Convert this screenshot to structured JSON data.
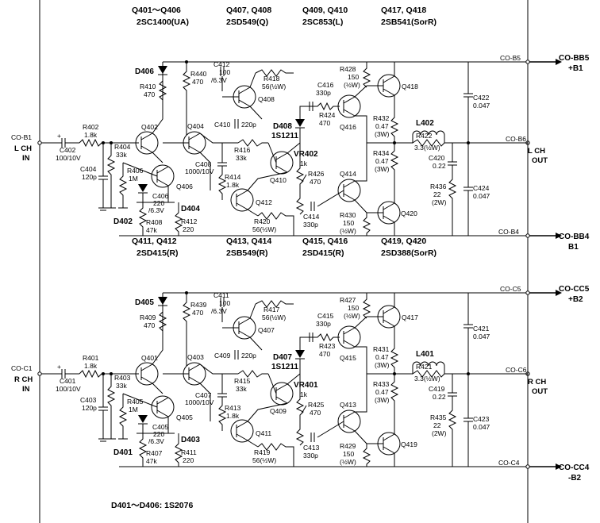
{
  "top": {
    "groups": [
      {
        "title": "Q401～Q406",
        "part": "2SC1400(UA)"
      },
      {
        "title": "Q407, Q408",
        "part": "2SD549(Q)"
      },
      {
        "title": "Q409, Q410",
        "part": "2SC853(L)"
      },
      {
        "title": "Q417, Q418",
        "part": "2SB541(SorR)"
      }
    ],
    "input_label": "CO-B1",
    "channel_a": "L  CH",
    "channel_b": "IN",
    "out_label": "CO-B6",
    "out_a": "L  CH",
    "out_b": "OUT",
    "rail_pos": "CO-B5",
    "rail_pos_dest_a": "CO-BB5",
    "rail_pos_dest_b": "+B1",
    "rail_neg": "CO-B4",
    "rail_neg_dest_a": "CO-BB4",
    "rail_neg_dest_b": "B1",
    "parts": {
      "c402": "C402",
      "c402v": "100/10V",
      "r402": "R402",
      "r402v": "1.8k",
      "c404": "C404",
      "c404v": "120p",
      "r404": "R404",
      "r404v": "33k",
      "r406": "R406",
      "r406v": "1M",
      "q402": "Q402",
      "q404": "Q404",
      "q406": "Q406",
      "d406": "D406",
      "r410": "R410",
      "r410v": "470",
      "r440": "R440",
      "r440v": "470",
      "c412": "C412",
      "c412v1": "100",
      "c412v2": "/6.3V",
      "r418": "R418",
      "r418v": "56(½W)",
      "q408": "Q408",
      "c410": "C410",
      "c410v": "220p",
      "d408": "D408",
      "d408p": "1S1211",
      "r416": "R416",
      "r416v": "33k",
      "c408": "C408",
      "c408v": "1000/10V",
      "r414": "R414",
      "r414v": "1.8k",
      "c406": "C406",
      "c406v1": "220",
      "c406v2": "/6.3V",
      "d404": "D404",
      "d402": "D402",
      "r408": "R408",
      "r408v": "47k",
      "r412": "R412",
      "r412v": "220",
      "q410": "Q410",
      "q412": "Q412",
      "r420": "R420",
      "r420v": "56(½W)",
      "vr402": "VR402",
      "vr402v": "1k",
      "c416": "C416",
      "c416v": "330p",
      "r424": "R424",
      "r424v": "470",
      "r426": "R426",
      "r426v": "470",
      "c414": "C414",
      "c414v": "330p",
      "r428": "R428",
      "r428v": "150",
      "r428w": "(½W)",
      "q416": "Q416",
      "q418": "Q418",
      "q414": "Q414",
      "q420": "Q420",
      "r432": "R432",
      "r432v": "0.47",
      "r432w": "(3W)",
      "r434": "R434",
      "r434v": "0.47",
      "r434w": "(3W)",
      "r430": "R430",
      "r430v": "150",
      "r430w": "(½W)",
      "l402": "L402",
      "r422": "R422",
      "r422v": "3.3(½W)",
      "c420": "C420",
      "c420v": "0.22",
      "c422": "C422",
      "c422v": "0.047",
      "r436": "R436",
      "r436v1": "22",
      "r436v2": "(2W)",
      "c424": "C424",
      "c424v": "0.047"
    }
  },
  "bottom": {
    "groups": [
      {
        "title": "Q411, Q412",
        "part": "2SD415(R)"
      },
      {
        "title": "Q413, Q414",
        "part": "2SB549(R)"
      },
      {
        "title": "Q415, Q416",
        "part": "2SD415(R)"
      },
      {
        "title": "Q419, Q420",
        "part": "2SD388(SorR)"
      }
    ],
    "input_label": "CO-C1",
    "channel_a": "R  CH",
    "channel_b": "IN",
    "out_label": "CO-C6",
    "out_a": "R  CH",
    "out_b": "OUT",
    "rail_pos": "CO-C5",
    "rail_pos_dest_a": "CO-CC5",
    "rail_pos_dest_b": "+B2",
    "rail_neg": "CO-C4",
    "rail_neg_dest_a": "CO-CC4",
    "rail_neg_dest_b": "-B2",
    "parts": {
      "c402": "C401",
      "c402v": "100/10V",
      "r402": "R401",
      "r402v": "1.8k",
      "c404": "C403",
      "c404v": "120p",
      "r404": "R403",
      "r404v": "33k",
      "r406": "R405",
      "r406v": "1M",
      "q402": "Q401",
      "q404": "Q403",
      "q406": "Q405",
      "d406": "D405",
      "r410": "R409",
      "r410v": "470",
      "r440": "R439",
      "r440v": "470",
      "c412": "C411",
      "c412v1": "100",
      "c412v2": "/6.3V",
      "r418": "R417",
      "r418v": "56(½W)",
      "q408": "Q407",
      "c410": "C409",
      "c410v": "220p",
      "d408": "D407",
      "d408p": "1S1211",
      "r416": "R415",
      "r416v": "33k",
      "c408": "C407",
      "c408v": "1000/10V",
      "r414": "R413",
      "r414v": "1.8k",
      "c406": "C405",
      "c406v1": "220",
      "c406v2": "/6.3V",
      "d404": "D403",
      "d402": "D401",
      "r408": "R407",
      "r408v": "47k",
      "r412": "R411",
      "r412v": "220",
      "q410": "Q409",
      "q412": "Q411",
      "r420": "R419",
      "r420v": "56(½W)",
      "vr402": "VR401",
      "vr402v": "1k",
      "c416": "C415",
      "c416v": "330p",
      "r424": "R423",
      "r424v": "470",
      "r426": "R425",
      "r426v": "470",
      "c414": "C413",
      "c414v": "330p",
      "r428": "R427",
      "r428v": "150",
      "r428w": "(½W)",
      "q416": "Q415",
      "q418": "Q417",
      "q414": "Q413",
      "q420": "Q419",
      "r432": "R431",
      "r432v": "0.47",
      "r432w": "(3W)",
      "r434": "R433",
      "r434v": "0.47",
      "r434w": "(3W)",
      "r430": "R429",
      "r430v": "150",
      "r430w": "(½W)",
      "l402": "L401",
      "r422": "R421",
      "r422v": "3.3(½W)",
      "c420": "C419",
      "c420v": "0.22",
      "c422": "C421",
      "c422v": "0.047",
      "r436": "R435",
      "r436v1": "22",
      "r436v2": "(2W)",
      "c424": "C423",
      "c424v": "0.047"
    }
  },
  "footnote": "D401～D406:  1S2076"
}
